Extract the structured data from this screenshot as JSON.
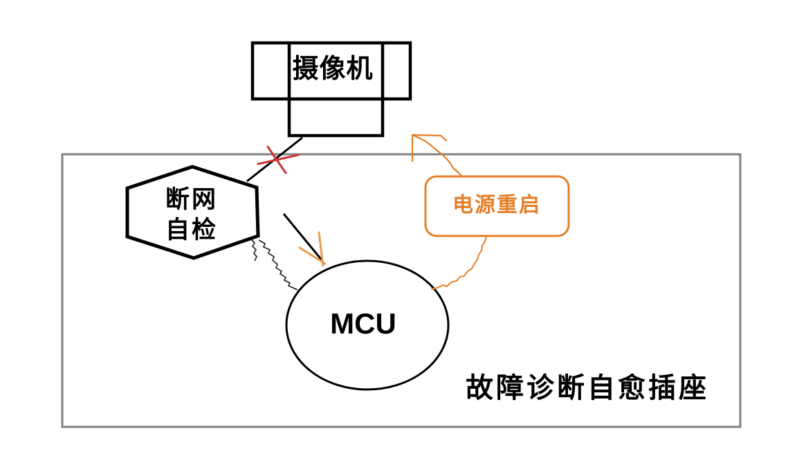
{
  "diagram": {
    "camera": {
      "label": "摄像机"
    },
    "network_selfcheck": {
      "line1": "断网",
      "line2": "自检"
    },
    "mcu": {
      "label": "MCU"
    },
    "power_restart": {
      "label": "电源重启"
    },
    "socket": {
      "label": "故障诊断自愈插座"
    }
  },
  "colors": {
    "orange": "#e57e27",
    "orange_light": "#ea9950",
    "red": "#cd3232",
    "gray": "#808080",
    "black": "#000000"
  }
}
